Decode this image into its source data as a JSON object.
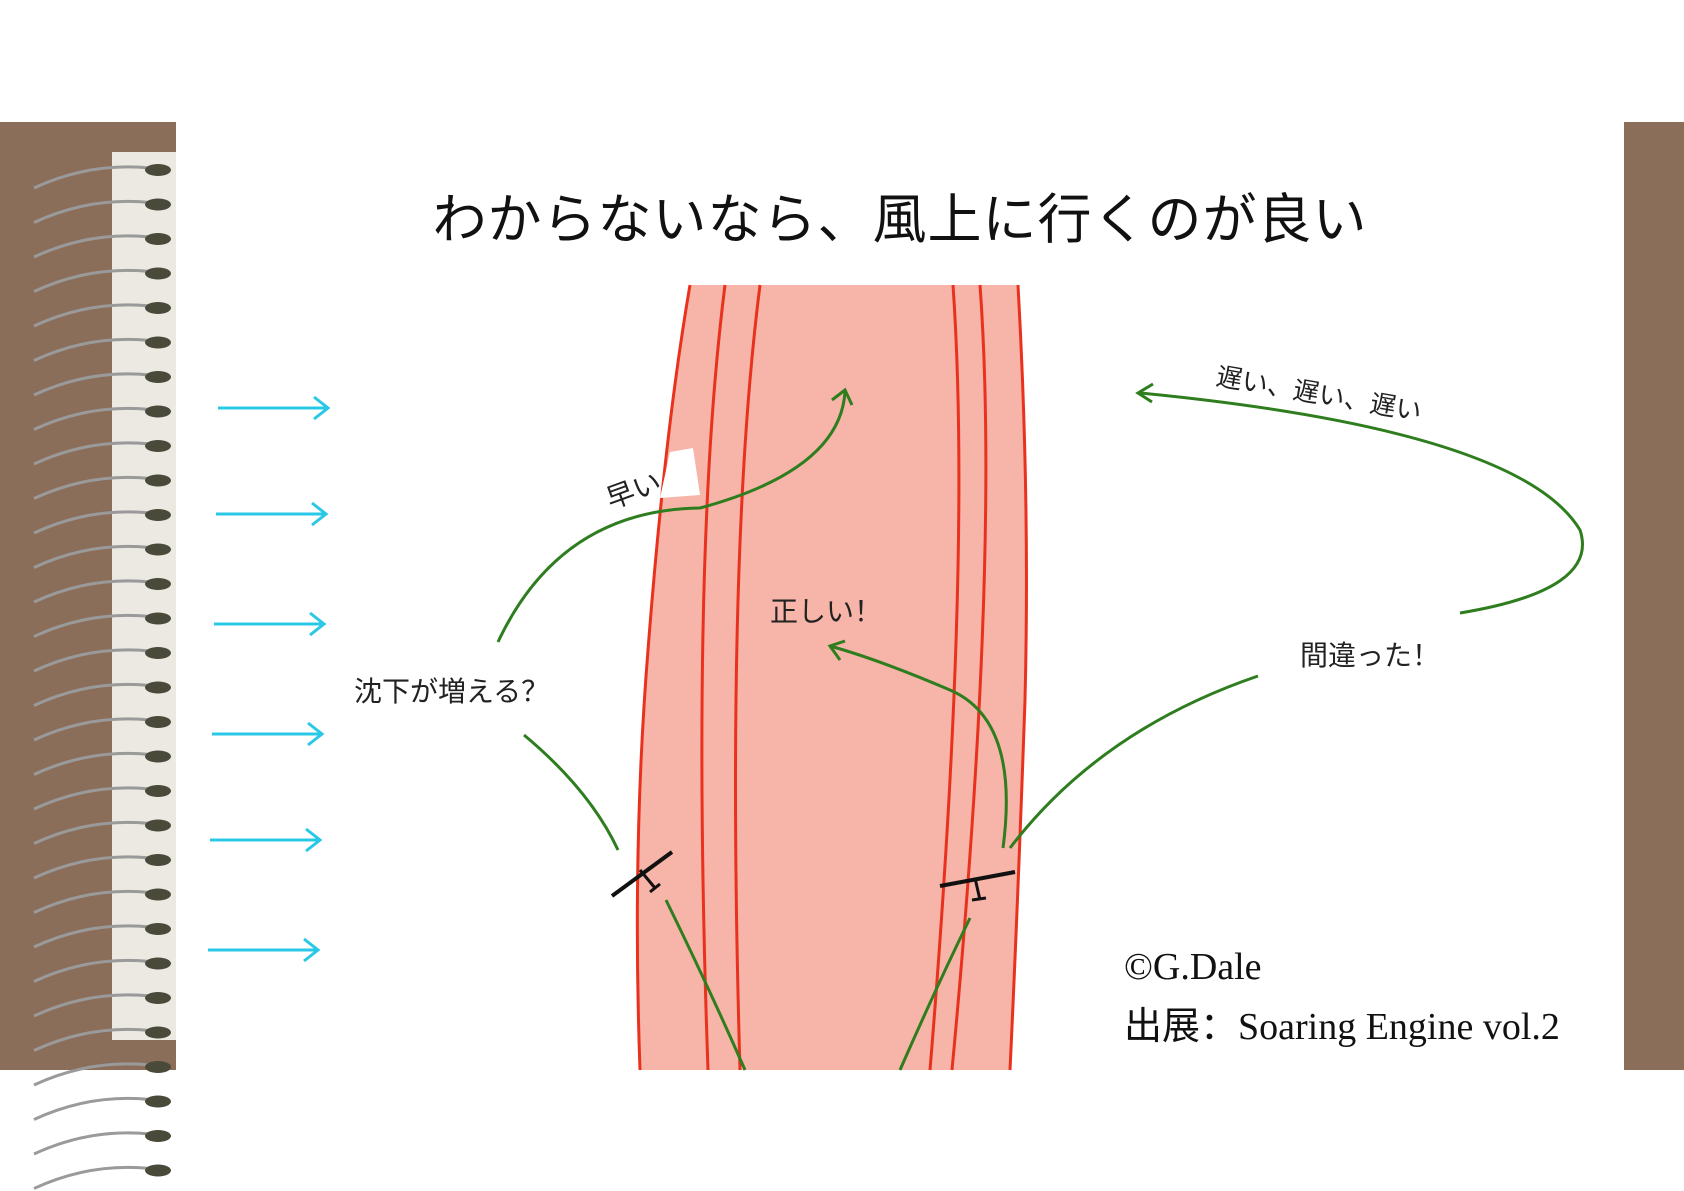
{
  "title": "わからないなら、風上に行くのが良い",
  "labels": {
    "fast": "早い",
    "sink_increase": "沈下が増える？",
    "correct": "正しい！",
    "wrong": "間違った！",
    "slow": "遅い、遅い、遅い"
  },
  "credit": {
    "copyright": "©G.Dale",
    "source": "出展：Soaring Engine vol.2"
  },
  "colors": {
    "wind_arrow": "#29c8e6",
    "thermal_fill": "#f7b4a8",
    "thermal_line": "#e8321e",
    "path": "#2e7d1e",
    "frame": "#8b6e5a"
  },
  "icons": [
    "wind-arrow-icon",
    "glider-icon",
    "spiral-binding-icon"
  ]
}
